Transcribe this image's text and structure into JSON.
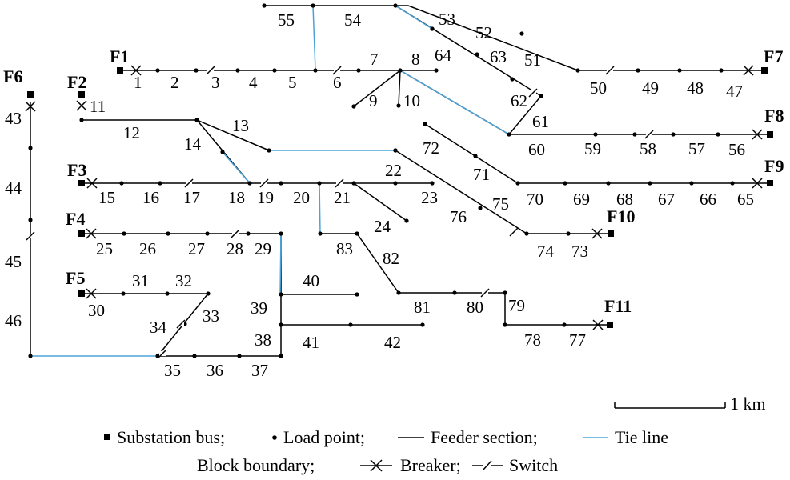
{
  "colors": {
    "feeder": "#000000",
    "tie": "#4aa3d8"
  },
  "feeders": [
    {
      "label": "F1"
    },
    {
      "label": "F2"
    },
    {
      "label": "F3"
    },
    {
      "label": "F4"
    },
    {
      "label": "F5"
    },
    {
      "label": "F6"
    },
    {
      "label": "F7"
    },
    {
      "label": "F8"
    },
    {
      "label": "F9"
    },
    {
      "label": "F10"
    },
    {
      "label": "F11"
    }
  ],
  "section_labels": [
    "1",
    "2",
    "3",
    "4",
    "5",
    "6",
    "7",
    "8",
    "9",
    "10",
    "11",
    "12",
    "13",
    "14",
    "15",
    "16",
    "17",
    "18",
    "19",
    "20",
    "21",
    "22",
    "23",
    "24",
    "25",
    "26",
    "27",
    "28",
    "29",
    "30",
    "31",
    "32",
    "33",
    "34",
    "35",
    "36",
    "37",
    "38",
    "39",
    "40",
    "41",
    "42",
    "43",
    "44",
    "45",
    "46",
    "47",
    "48",
    "49",
    "50",
    "51",
    "52",
    "53",
    "54",
    "55",
    "56",
    "57",
    "58",
    "59",
    "60",
    "61",
    "62",
    "63",
    "64",
    "65",
    "66",
    "67",
    "68",
    "69",
    "70",
    "71",
    "72",
    "73",
    "74",
    "75",
    "76",
    "77",
    "78",
    "79",
    "80",
    "81",
    "82",
    "83"
  ],
  "scale": {
    "label": "1 km"
  },
  "legend": {
    "substation": "Substation bus;",
    "load": "Load point;",
    "feeder": "Feeder section;",
    "tie": "Tie line",
    "block": "Block boundary;",
    "breaker": "Breaker;",
    "switch": "Switch"
  }
}
